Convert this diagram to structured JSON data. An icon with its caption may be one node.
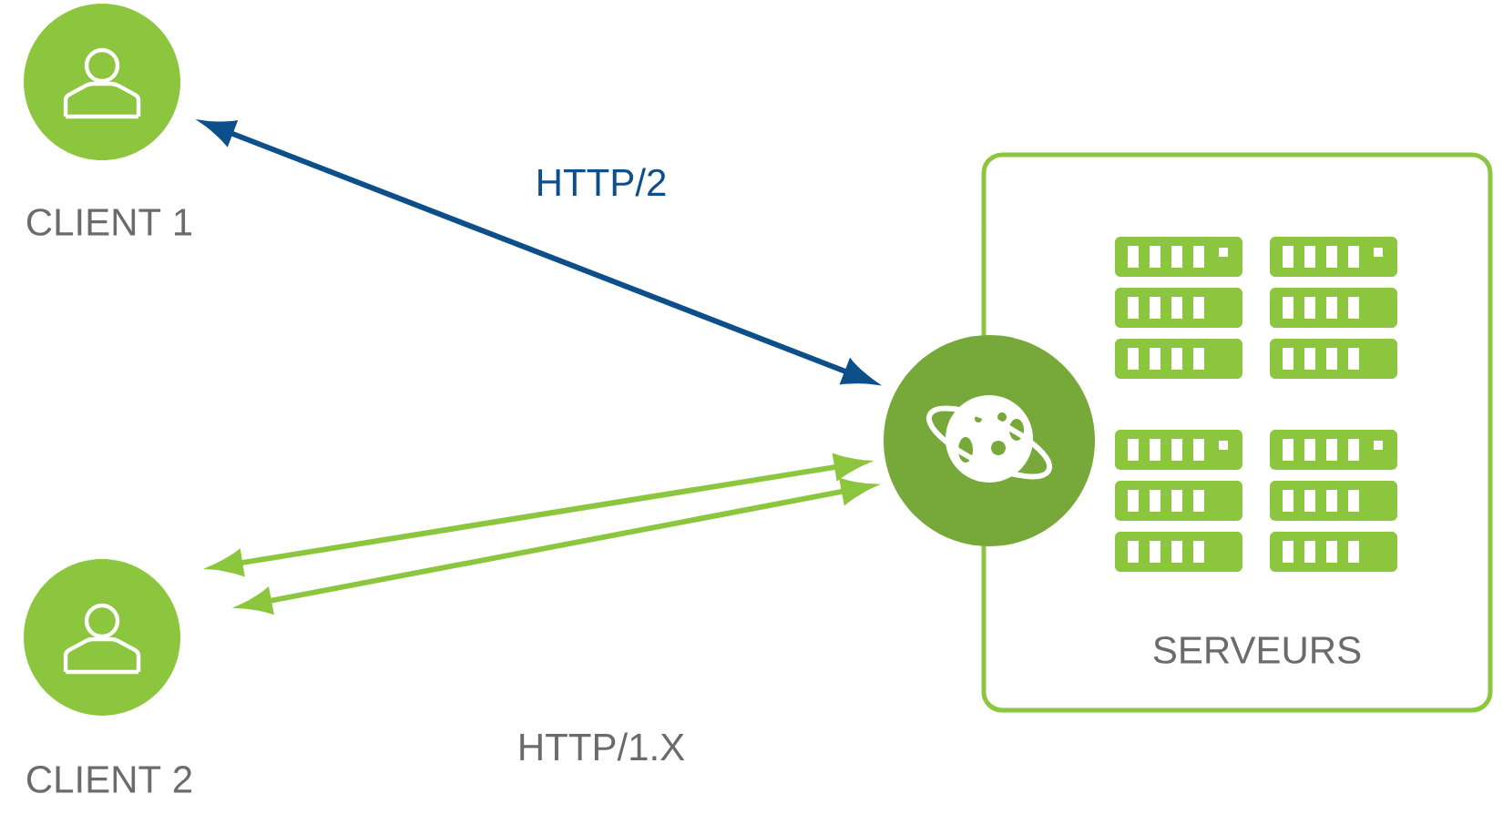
{
  "diagram": {
    "nodes": [
      {
        "text": [
          "CLIENT 1"
        ]
      },
      {
        "text": [
          "CLIENT 2"
        ]
      },
      {
        "text": [
          "SERVEURS"
        ]
      },
      {
        "text": [],
        "shape": "circle"
      }
    ],
    "edges": [
      {
        "from": 0,
        "to": 3,
        "arrow": "both",
        "label": "HTTP/2",
        "color": "#0d4f8b"
      },
      {
        "from": 1,
        "to": 3,
        "arrow": "both"
      },
      {
        "from": 1,
        "to": 3,
        "arrow": "both"
      }
    ],
    "labels": [
      "HTTP/1.X"
    ]
  }
}
